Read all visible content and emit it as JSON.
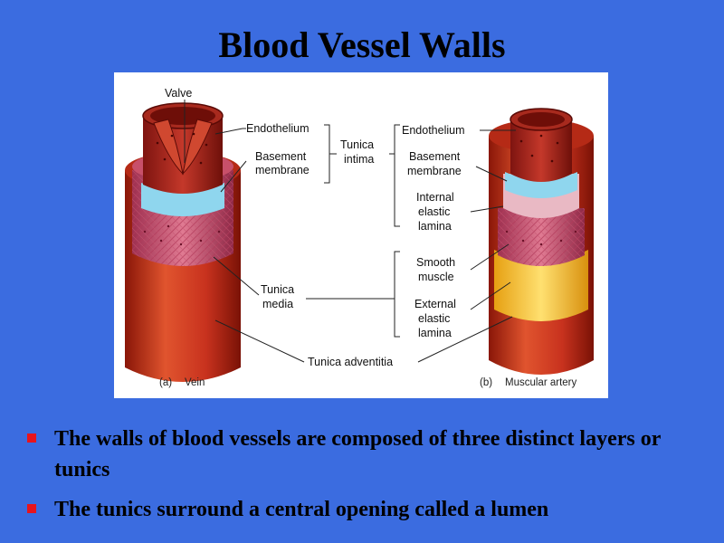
{
  "slide": {
    "title": "Blood Vessel Walls",
    "bullets": [
      "The walls of blood vessels are composed of three distinct layers or tunics",
      "The tunics surround a central opening called a lumen"
    ]
  },
  "figure": {
    "labels": {
      "valve": "Valve",
      "endothelium_left": "Endothelium",
      "basement_left_1": "Basement",
      "basement_left_2": "membrane",
      "tunica_intima_1": "Tunica",
      "tunica_intima_2": "intima",
      "endothelium_right": "Endothelium",
      "basement_right_1": "Basement",
      "basement_right_2": "membrane",
      "internal_elastic_1": "Internal",
      "internal_elastic_2": "elastic",
      "internal_elastic_3": "lamina",
      "smooth_muscle_1": "Smooth",
      "smooth_muscle_2": "muscle",
      "tunica_media_1": "Tunica",
      "tunica_media_2": "media",
      "external_elastic_1": "External",
      "external_elastic_2": "elastic",
      "external_elastic_3": "lamina",
      "tunica_adventitia": "Tunica adventitia"
    },
    "captions": {
      "a_letter": "(a)",
      "a_text": "Vein",
      "b_letter": "(b)",
      "b_text": "Muscular artery"
    }
  },
  "colors": {
    "background": "#3b6ce0",
    "bullet": "#e8141c",
    "adventitia": "#c8321e",
    "media": "#d8607a",
    "basement": "#8fd6ee",
    "elastic": "#f2c21c"
  }
}
